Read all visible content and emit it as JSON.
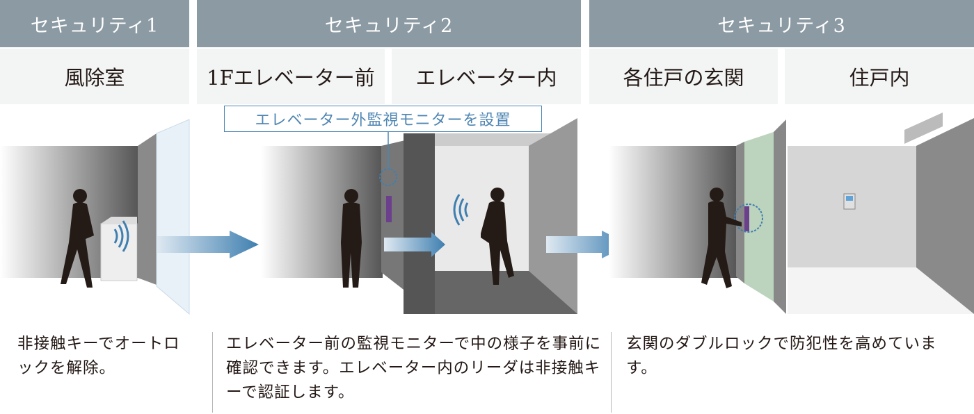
{
  "sections": [
    {
      "title": "セキュリティ1",
      "locations": [
        "風除室"
      ],
      "description": "非接触キーでオートロックを解除。"
    },
    {
      "title": "セキュリティ2",
      "locations": [
        "1Fエレベーター前",
        "エレベーター内"
      ],
      "description": "エレベーター前の監視モニターで中の様子を事前に確認できます。エレベーター内のリーダは非接触キーで認証します。"
    },
    {
      "title": "セキュリティ3",
      "locations": [
        "各住戸の玄関",
        "住戸内"
      ],
      "description": "玄関のダブルロックで防犯性を高めています。"
    }
  ],
  "callout": "エレベーター外監視モニターを設置",
  "colors": {
    "header": "#8c9aa3",
    "subheader": "#f3f5f4",
    "accent": "#4a86b5",
    "arrow": "#3f7fb0"
  }
}
